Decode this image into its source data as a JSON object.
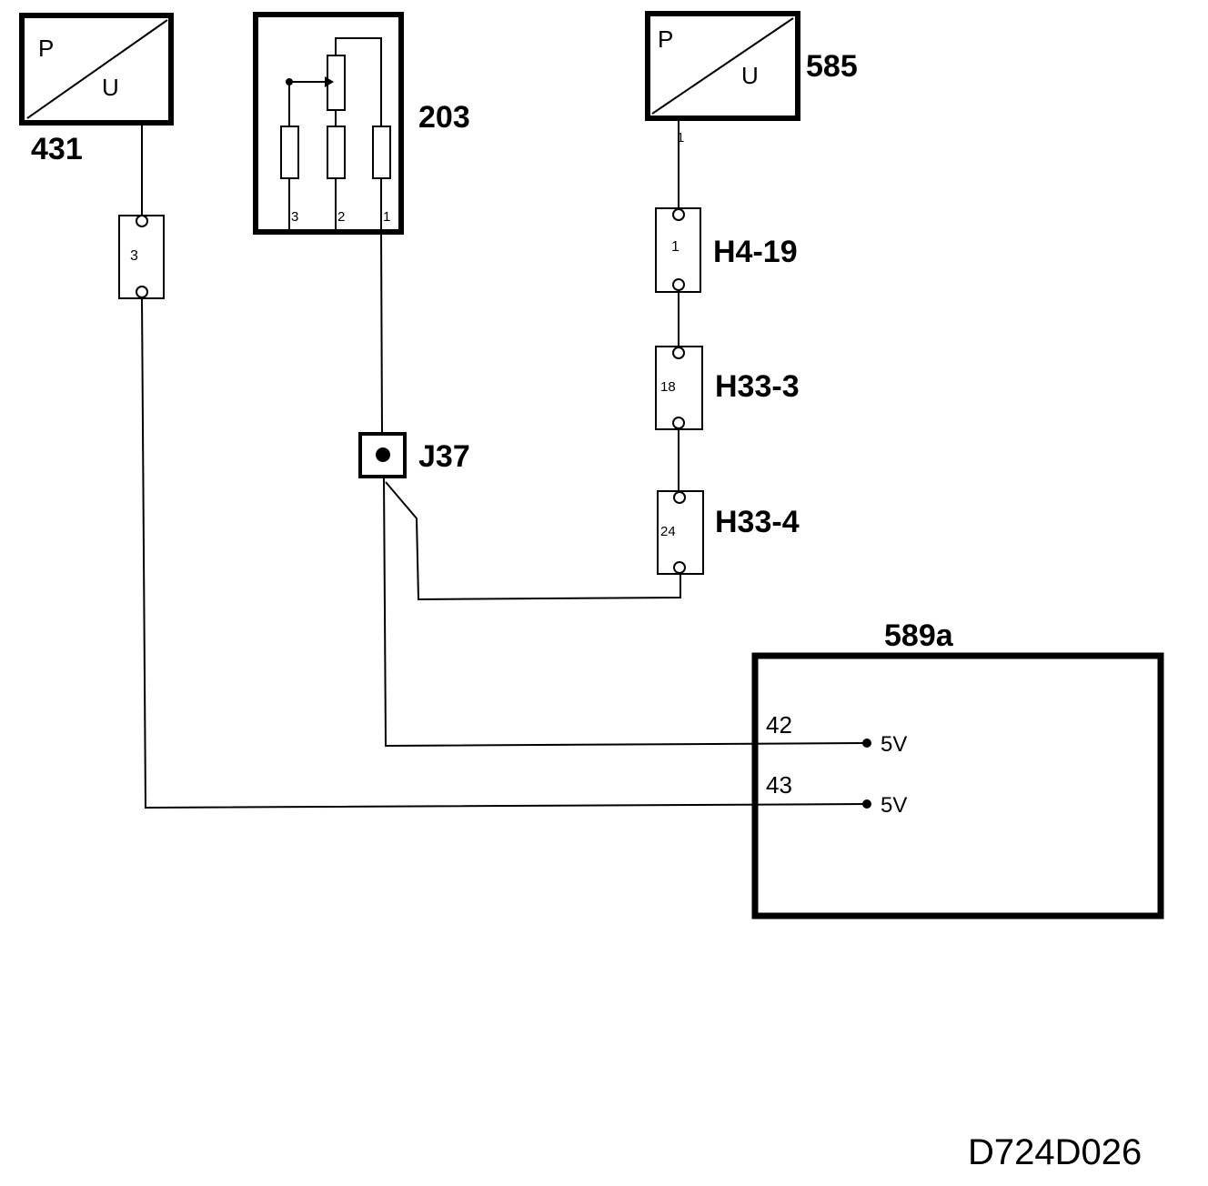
{
  "components": {
    "c431": {
      "id": "431",
      "top_letter": "P",
      "bottom_letter": "U"
    },
    "c585": {
      "id": "585",
      "top_letter": "P",
      "bottom_letter": "U",
      "pin": "1"
    },
    "c203": {
      "id": "203",
      "pins": [
        "3",
        "2",
        "1"
      ]
    },
    "c589a": {
      "id": "589a",
      "pins": [
        {
          "number": "42",
          "voltage": "5V"
        },
        {
          "number": "43",
          "voltage": "5V"
        }
      ]
    }
  },
  "connectors": {
    "conn3": {
      "pin": "3"
    },
    "h4_19": {
      "id": "H4-19",
      "pin": "1"
    },
    "h33_3": {
      "id": "H33-3",
      "pin": "18"
    },
    "h33_4": {
      "id": "H33-4",
      "pin": "24"
    }
  },
  "junction": {
    "id": "J37"
  },
  "drawing_code": "D724D026"
}
